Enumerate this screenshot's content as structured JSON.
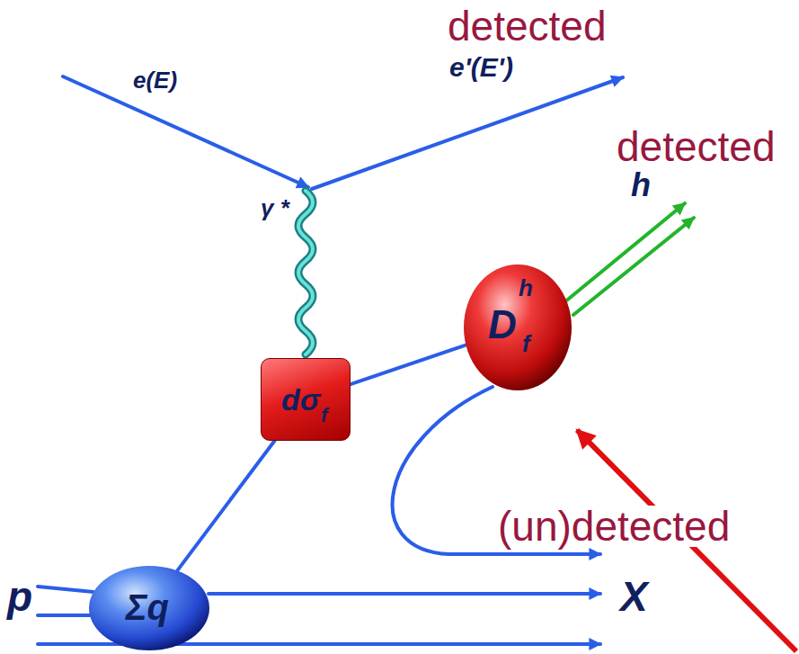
{
  "diagram": {
    "nodes": [
      {
        "text": [
          "D",
          "h",
          "f"
        ]
      },
      {
        "text": [
          "dσ",
          "f"
        ]
      },
      {
        "text": [
          "Σq"
        ]
      }
    ],
    "edges": [
      {
        "from": 2,
        "to": 1,
        "arrow": "none"
      },
      {
        "from": 1,
        "to": 0,
        "arrow": "none"
      }
    ],
    "labels": [
      "detected",
      "e'(E')",
      "e(E)",
      "detected",
      "h",
      "γ *",
      "(un)detected",
      "p",
      "X"
    ]
  }
}
